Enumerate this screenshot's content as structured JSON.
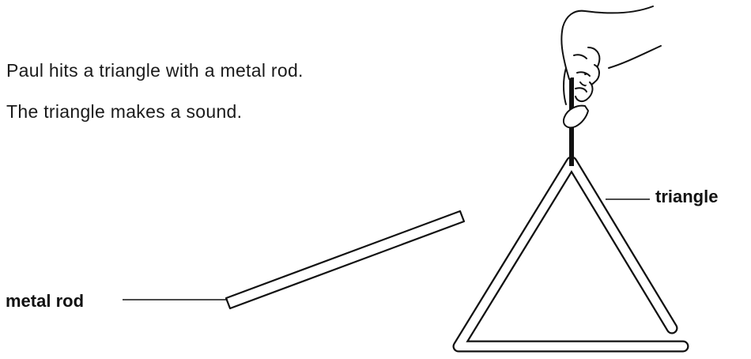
{
  "passage": {
    "line1": "Paul hits a triangle with a metal rod.",
    "line2": "The triangle makes a sound."
  },
  "labels": {
    "rod": "metal rod",
    "triangle": "triangle"
  },
  "colors": {
    "ink": "#111111",
    "background": "#ffffff"
  },
  "icons": {
    "hand": "hand-holding-string-icon"
  }
}
